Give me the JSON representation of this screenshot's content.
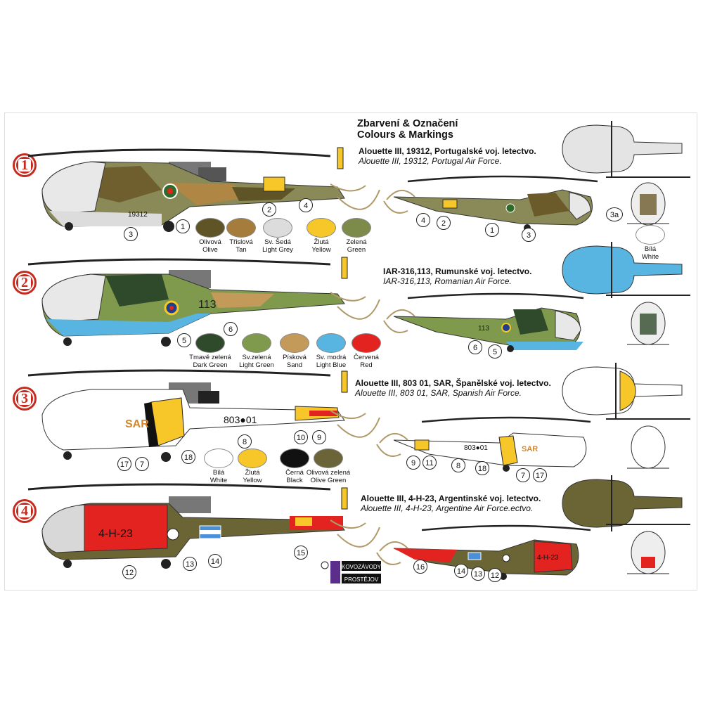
{
  "header": {
    "line1": "Zbarvení & Označení",
    "line2": "Colours & Markings"
  },
  "variants": [
    {
      "num": "1",
      "title_cz": "Alouette III, 19312, Portugalské voj. letectvo.",
      "title_en": "Alouette III, 19312, Portugal Air Force.",
      "serial": "19312"
    },
    {
      "num": "2",
      "title_cz": "IAR-316,113, Rumunské voj. letectvo.",
      "title_en": "IAR-316,113, Romanian Air Force.",
      "serial": "113"
    },
    {
      "num": "3",
      "title_cz": "Alouette III, 803 01, SAR, Španělské voj. letectvo.",
      "title_en": "Alouette III, 803 01, SAR, Spanish Air Force.",
      "serial": "803●01",
      "nose_text": "SAR"
    },
    {
      "num": "4",
      "title_cz": "Alouette III, 4-H-23, Argentinské voj. letectvo.",
      "title_en": "Alouette III, 4-H-23, Argentine Air Force.ectvo.",
      "serial": "4-H-23"
    }
  ],
  "swatches1": [
    {
      "cz": "Olivová",
      "en": "Olive",
      "color": "#5e5426"
    },
    {
      "cz": "Třislová",
      "en": "Tan",
      "color": "#a67c3c"
    },
    {
      "cz": "Sv. Šedá",
      "en": "Light Grey",
      "color": "#dcdcdc"
    },
    {
      "cz": "Žlutá",
      "en": "Yellow",
      "color": "#f7c628"
    },
    {
      "cz": "Zelená",
      "en": "Green",
      "color": "#7c8b4a"
    }
  ],
  "swatches2": [
    {
      "cz": "Tmavě zelená",
      "en": "Dark Green",
      "color": "#2f4a2a"
    },
    {
      "cz": "Sv.zelená",
      "en": "Light Green",
      "color": "#7f9a4c"
    },
    {
      "cz": "Písková",
      "en": "Sand",
      "color": "#c49a5a"
    },
    {
      "cz": "Sv. modrá",
      "en": "Light Blue",
      "color": "#58b4e0"
    },
    {
      "cz": "Červená",
      "en": "Red",
      "color": "#e2231f"
    }
  ],
  "swatches3": [
    {
      "cz": "Bílá",
      "en": "White",
      "color": "#ffffff"
    },
    {
      "cz": "Žlutá",
      "en": "Yellow",
      "color": "#f7c628"
    },
    {
      "cz": "Černá",
      "en": "Black",
      "color": "#111111"
    },
    {
      "cz": "Olivová zelená",
      "en": "Olive Green",
      "color": "#6a6438"
    }
  ],
  "white_swatch": {
    "cz": "Bílá",
    "en": "White"
  },
  "callouts": {
    "v1_left": [
      "3",
      "1",
      "2",
      "4"
    ],
    "v1_right": [
      "4",
      "2",
      "1",
      "3"
    ],
    "v1_front": "3a",
    "v2_left": [
      "5",
      "6"
    ],
    "v2_right": [
      "6",
      "5"
    ],
    "v3_left": [
      "17",
      "7",
      "18",
      "8",
      "10",
      "9"
    ],
    "v3_right": [
      "9",
      "11",
      "8",
      "18",
      "7",
      "17"
    ],
    "v4_left": [
      "12",
      "13",
      "14",
      "15"
    ],
    "v4_right": [
      "16",
      "14",
      "13",
      "12"
    ]
  },
  "logo": {
    "line1": "KOVOZÁVODY",
    "line2": "PROSTĚJOV"
  },
  "colors": {
    "olive": "#6b6536",
    "red": "#e2231f",
    "blue": "#58b4e0",
    "yellow": "#f7c628",
    "badge": "#c62a1e"
  }
}
